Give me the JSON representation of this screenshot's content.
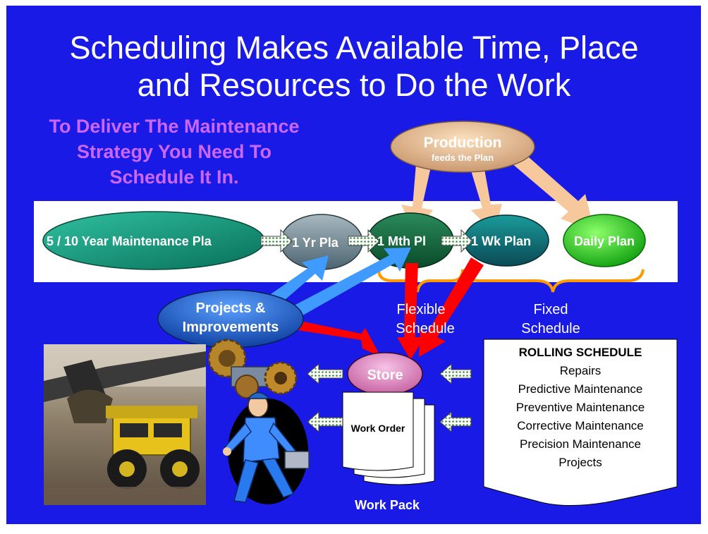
{
  "title": {
    "line1": "Scheduling Makes Available Time, Place",
    "line2": "and Resources to Do the Work"
  },
  "subtitle": {
    "line1": "To Deliver The Maintenance",
    "line2": "Strategy You Need To",
    "line3": "Schedule It In."
  },
  "production": {
    "label": "Production",
    "sublabel": "feeds the Plan"
  },
  "plans": {
    "five_ten_year": "5 / 10 Year Maintenance Pla",
    "one_year": "1 Yr Pla",
    "one_month": "1 Mth Pl",
    "one_week": "1 Wk Plan",
    "daily": "Daily Plan"
  },
  "projects": {
    "line1": "Projects &",
    "line2": "Improvements"
  },
  "flexible": {
    "line1": "Flexible",
    "line2": "Schedule"
  },
  "fixed": {
    "line1": "Fixed",
    "line2": "Schedule"
  },
  "store": "Store",
  "work_order": "Work Order",
  "work_pack": "Work Pack",
  "rolling": {
    "title": "ROLLING SCHEDULE",
    "items": [
      "Repairs",
      "Predictive Maintenance",
      "Preventive Maintenance",
      "Corrective Maintenance",
      "Precision Maintenance",
      "Projects"
    ]
  },
  "colors": {
    "background": "#1a1ae6",
    "subtitle": "#cc66ff",
    "production_arrow": "#f7c89b",
    "projects_arrow": "#3f9bff",
    "store_arrow": "#ff0000",
    "brace": "#ff9900",
    "store_fill": "#e58fc8",
    "daily_plan": "#33cc33"
  }
}
